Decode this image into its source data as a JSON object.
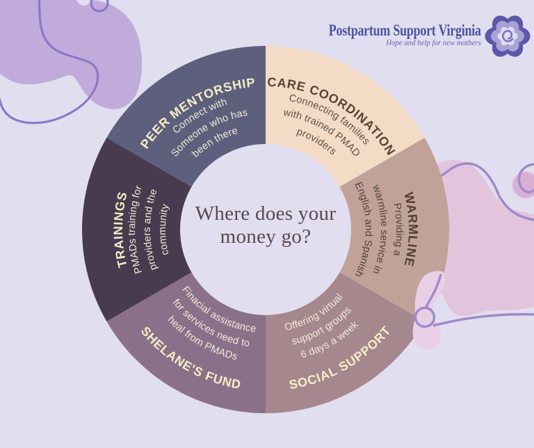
{
  "page": {
    "background": "#e1deef"
  },
  "logo": {
    "title": "Postpartum Support Virginia",
    "tagline": "Hope and help for new mothers",
    "title_color": "#4a52a5",
    "tagline_color": "#6a5fb0"
  },
  "center": {
    "line1": "Where does your",
    "line2": "money go?",
    "color": "#57494f"
  },
  "decor": {
    "blob_purple": "#c0abdb",
    "outline_purple": "#8b78c5",
    "blob_pink": "#e2c4dc",
    "blob_pink_light": "#e9cfe6",
    "dot_pink": "#d9b0d4",
    "squiggle_purple": "#9e8bca"
  },
  "chart_data": {
    "type": "pie",
    "title": "Where does your money go?",
    "segments": [
      {
        "label": "PEER MENTORSHIP",
        "description": [
          "Connect with",
          "Someone who has",
          "been there"
        ],
        "color": "#5d5f7d",
        "label_color": "#f6eec6",
        "desc_color": "#f2ead8",
        "start": 300,
        "end": 360,
        "orient": "cw"
      },
      {
        "label": "CARE COORDINATION",
        "description": [
          "Connecting families",
          "with trained PMAD",
          "providers"
        ],
        "color": "#f3dbc5",
        "label_color": "#564534",
        "desc_color": "#5f5349",
        "start": 0,
        "end": 60,
        "orient": "cw"
      },
      {
        "label": "WARMLINE",
        "description": [
          "Providing a",
          "warmline service in",
          "English and Spanish"
        ],
        "color": "#c1a299",
        "label_color": "#4f3e2f",
        "desc_color": "#4f4237",
        "start": 60,
        "end": 120,
        "orient": "cw"
      },
      {
        "label": "SOCIAL SUPPORT",
        "description": [
          "Offering virtual",
          "support groups",
          "6 days a week"
        ],
        "color": "#a5878d",
        "label_color": "#f6eec6",
        "desc_color": "#f2ead8",
        "start": 120,
        "end": 180,
        "orient": "ccw"
      },
      {
        "label": "SHELANE'S FUND",
        "description": [
          "Finacial assistance",
          "for services need to",
          "heal from PMADs"
        ],
        "color": "#8a7189",
        "label_color": "#f6eec6",
        "desc_color": "#f2ead8",
        "start": 180,
        "end": 240,
        "orient": "ccw"
      },
      {
        "label": "TRAININGS",
        "description": [
          "PMADs training for",
          "providers and the",
          "community"
        ],
        "color": "#483b4f",
        "label_color": "#f6eec6",
        "desc_color": "#f0ebd5",
        "start": 240,
        "end": 300,
        "orient": "cw"
      }
    ]
  }
}
